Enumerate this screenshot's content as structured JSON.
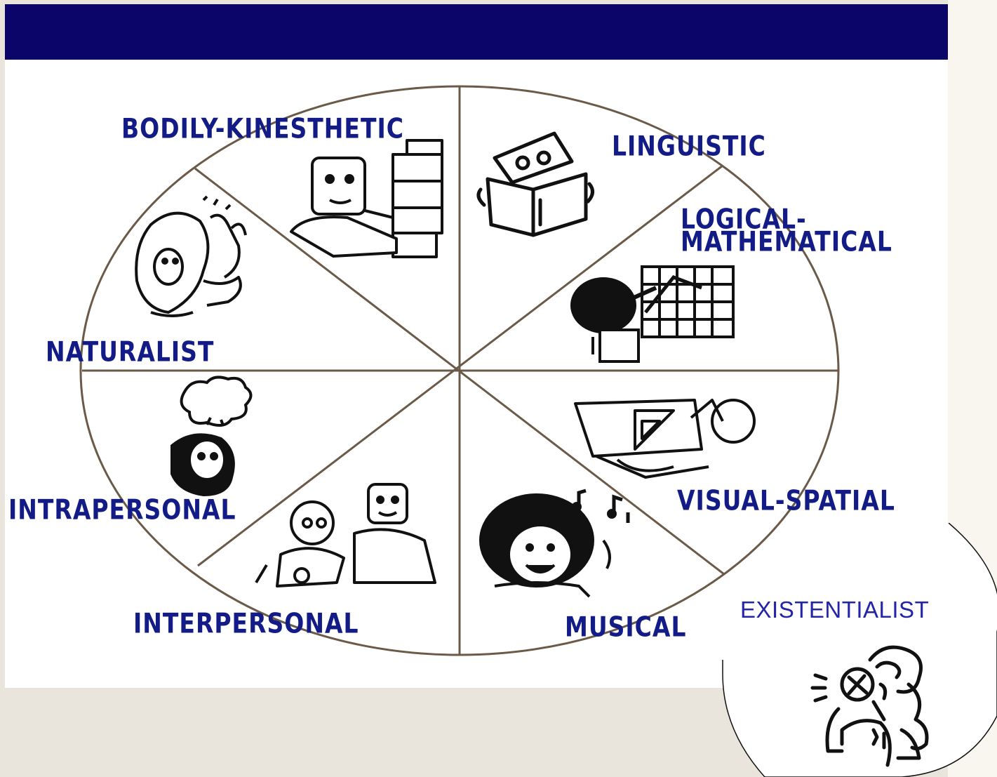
{
  "slide": {
    "title_bar_color": "#0c0569",
    "background": "#ffffff"
  },
  "wheel": {
    "line_color": "#5a4a3a",
    "label_color": "#131c86",
    "segments": [
      {
        "name": "linguistic",
        "label": "LINGUISTIC",
        "icon": "reading-book-icon"
      },
      {
        "name": "logical-mathematical",
        "label_line1": "LOGICAL-",
        "label_line2": "MATHEMATICAL",
        "icon": "chart-pointing-icon"
      },
      {
        "name": "visual-spatial",
        "label": "VISUAL-SPATIAL",
        "icon": "drafting-icon"
      },
      {
        "name": "musical",
        "label": "MUSICAL",
        "icon": "music-notes-icon"
      },
      {
        "name": "interpersonal",
        "label": "INTERPERSONAL",
        "icon": "group-people-icon"
      },
      {
        "name": "intrapersonal",
        "label": "INTRAPERSONAL",
        "icon": "thinking-person-icon"
      },
      {
        "name": "naturalist",
        "label": "NATURALIST",
        "icon": "person-with-animal-icon"
      },
      {
        "name": "bodily-kinesthetic",
        "label": "BODILY-KINESTHETIC",
        "icon": "stacking-blocks-icon"
      }
    ]
  },
  "existential": {
    "label": "EXISTENTIALIST",
    "label_color": "#2424a8",
    "icon": "thinker-with-magnifier-icon"
  }
}
